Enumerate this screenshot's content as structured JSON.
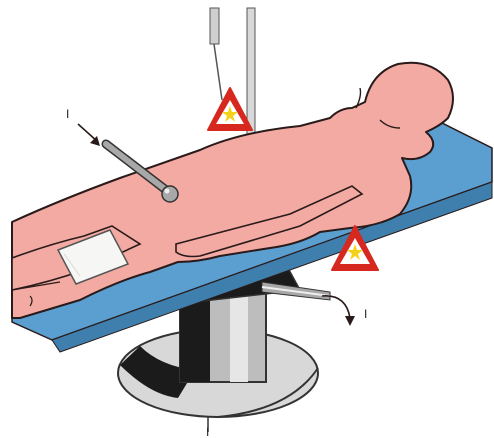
{
  "diagram": {
    "colors": {
      "skin": "#f2aaa2",
      "skin_outline": "#2a1a1a",
      "table_pad": "#5a9fd0",
      "warning_red": "#d6281f",
      "warning_yellow": "#f4d21c",
      "metal_light": "#d8d8d8",
      "metal_mid": "#a8a8a8",
      "metal_dark": "#1b1b1b",
      "pad_white": "#f6f6f4"
    },
    "current_markers": {
      "entry_top_left": "I",
      "exit_right": "I",
      "bottom": "I"
    },
    "icons": {
      "warning": "warning-triangle-burn-icon",
      "electrode": "active-electrode-icon",
      "return_pad": "dispersive-pad-icon",
      "iv_stand": "iv-pole-icon"
    }
  }
}
